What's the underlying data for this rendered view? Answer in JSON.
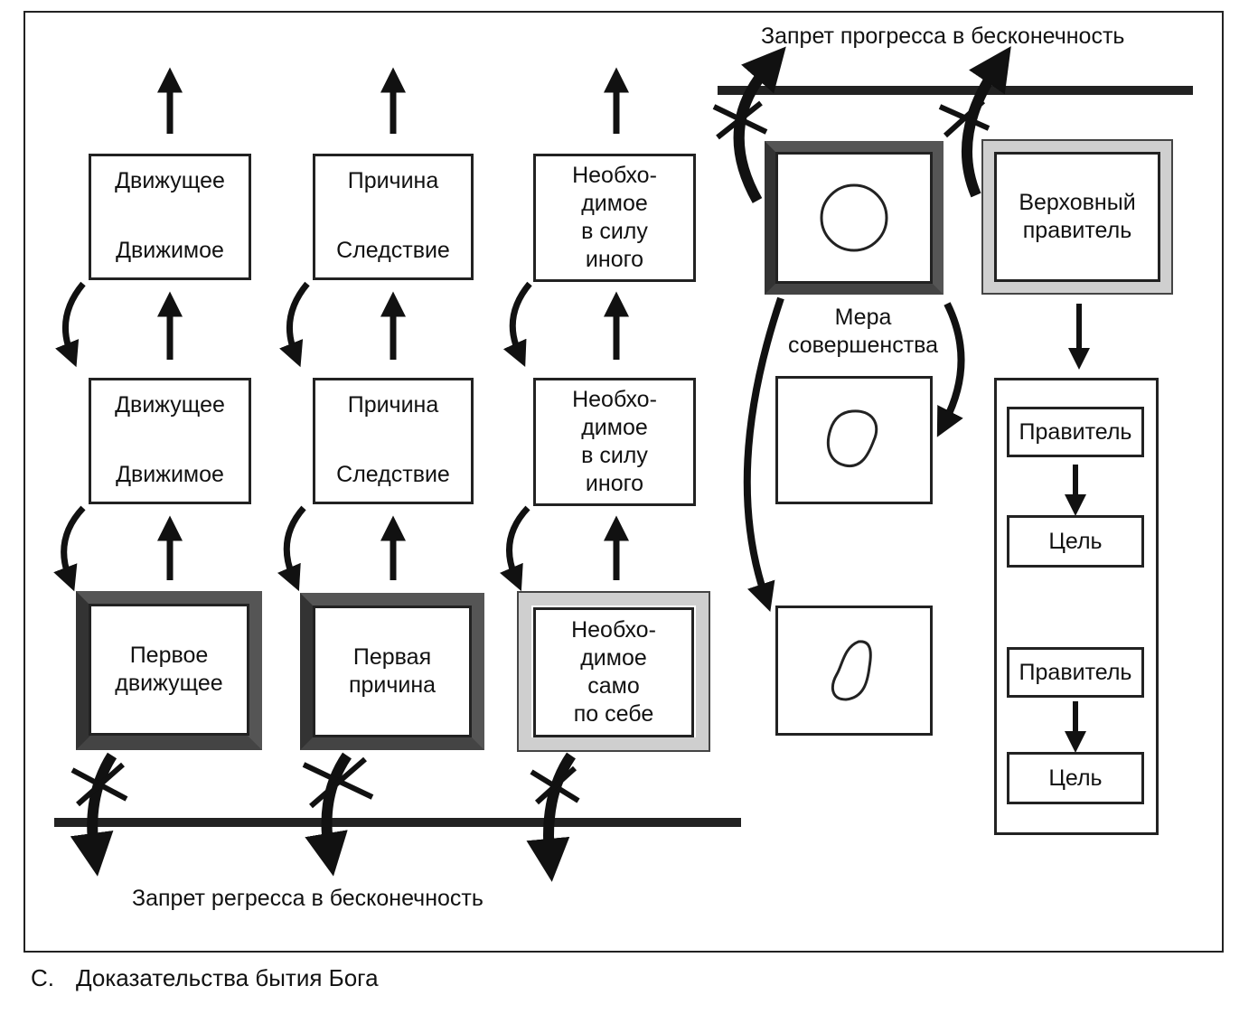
{
  "captions": {
    "top": "Запрет прогресса в бесконечность",
    "bottom": "Запрет регресса в бесконечность",
    "figure_letter": "C.",
    "figure_title": "Доказательства бытия Бога"
  },
  "column_motion": {
    "top": {
      "line1": "Движущее",
      "line2": "Движимое"
    },
    "middle": {
      "line1": "Движущее",
      "line2": "Движимое"
    },
    "first": {
      "line1": "Первое",
      "line2": "движущее"
    }
  },
  "column_cause": {
    "top": {
      "line1": "Причина",
      "line2": "Следствие"
    },
    "middle": {
      "line1": "Причина",
      "line2": "Следствие"
    },
    "first": {
      "line1": "Первая",
      "line2": "причина"
    }
  },
  "column_necessity": {
    "top": {
      "line1": "Необхо-",
      "line2": "димое",
      "line3": "в силу",
      "line4": "иного"
    },
    "middle": {
      "line1": "Необхо-",
      "line2": "димое",
      "line3": "в силу",
      "line4": "иного"
    },
    "first": {
      "line1": "Необхо-",
      "line2": "димое",
      "line3": "само",
      "line4": "по себе"
    }
  },
  "column_perfection": {
    "label_line1": "Мера",
    "label_line2": "совершенства"
  },
  "column_governance": {
    "supreme_line1": "Верховный",
    "supreme_line2": "правитель",
    "ruler_1": "Правитель",
    "goal_1": "Цель",
    "ruler_2": "Правитель",
    "goal_2": "Цель"
  }
}
